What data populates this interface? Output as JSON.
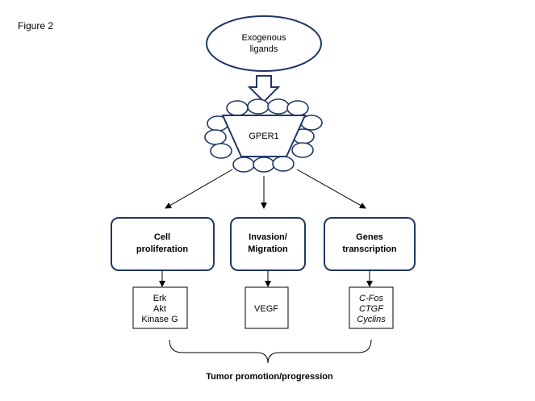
{
  "figure_label": "Figure 2",
  "ligand": {
    "line1": "Exogenous",
    "line2": "ligands"
  },
  "receptor": {
    "label": "GPER1"
  },
  "effects": [
    {
      "line1": "Cell",
      "line2": "proliferation"
    },
    {
      "line1": "Invasion/",
      "line2": "Migration"
    },
    {
      "line1": "Genes",
      "line2": "transcription"
    }
  ],
  "mediators": [
    {
      "lines": [
        "Erk",
        "Akt",
        "Kinase G"
      ]
    },
    {
      "lines": [
        "VEGF"
      ]
    },
    {
      "lines": [
        "C-Fos",
        "CTGF",
        "Cyclins"
      ]
    }
  ],
  "outcome": "Tumor promotion/progression",
  "colors": {
    "outline": "#1f3864",
    "line": "#000000",
    "background": "#ffffff"
  }
}
